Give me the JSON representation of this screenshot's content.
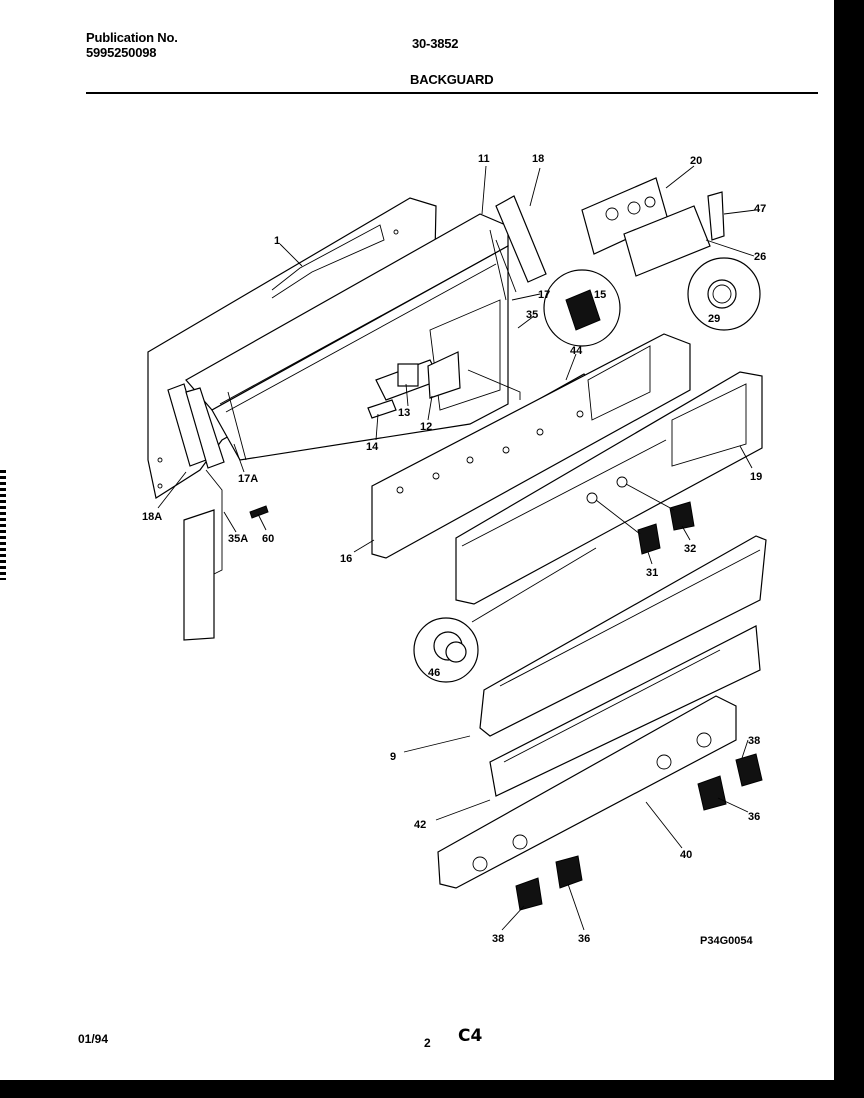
{
  "header": {
    "publication_label": "Publication No.",
    "publication_number": "5995250098",
    "model": "30-3852",
    "section_title": "BACKGUARD"
  },
  "callouts": {
    "c1": "1",
    "c11": "11",
    "c18": "18",
    "c20": "20",
    "c47": "47",
    "c26": "26",
    "c17": "17",
    "c15": "15",
    "c35": "35",
    "c29": "29",
    "c44": "44",
    "c13": "13",
    "c12": "12",
    "c14": "14",
    "c17a": "17A",
    "c18a": "18A",
    "c35a": "35A",
    "c60": "60",
    "c16": "16",
    "c19": "19",
    "c32": "32",
    "c31": "31",
    "c46": "46",
    "c9": "9",
    "c38a": "38",
    "c36a": "36",
    "c42": "42",
    "c40": "40",
    "c38b": "38",
    "c36b": "36"
  },
  "figure_code": "P34G0054",
  "footer": {
    "date": "01/94",
    "page": "2",
    "mark": "C4"
  }
}
